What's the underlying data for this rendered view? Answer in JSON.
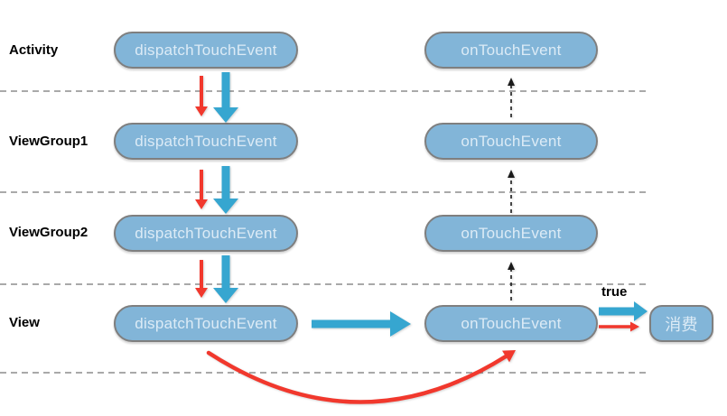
{
  "diagram": {
    "rows": [
      {
        "label": "Activity",
        "dispatch_label": "dispatchTouchEvent",
        "ontouch_label": "onTouchEvent"
      },
      {
        "label": "ViewGroup1",
        "dispatch_label": "dispatchTouchEvent",
        "ontouch_label": "onTouchEvent"
      },
      {
        "label": "ViewGroup2",
        "dispatch_label": "dispatchTouchEvent",
        "ontouch_label": "onTouchEvent"
      },
      {
        "label": "View",
        "dispatch_label": "dispatchTouchEvent",
        "ontouch_label": "onTouchEvent"
      }
    ],
    "true_label": "true",
    "consume_label": "消费",
    "icons": {
      "blue_down_arrow": "⬇",
      "red_down_arrow": "↓",
      "dashed_up_arrow": "⇡",
      "blue_right_arrow": "➡",
      "red_right_arrow": "→",
      "red_curve_arrow": "↷"
    },
    "colors": {
      "background": "#FFFFFF",
      "pill_fill": "#82B5D8",
      "pill_border": "#7F7F7F",
      "pill_text": "#DCEBF6",
      "arrow_blue": "#36A6D0",
      "arrow_red": "#F1382D",
      "dashed_line": "#A9A9A9",
      "dashed_arrow": "#1A1A1A",
      "label_text": "#000000"
    }
  }
}
